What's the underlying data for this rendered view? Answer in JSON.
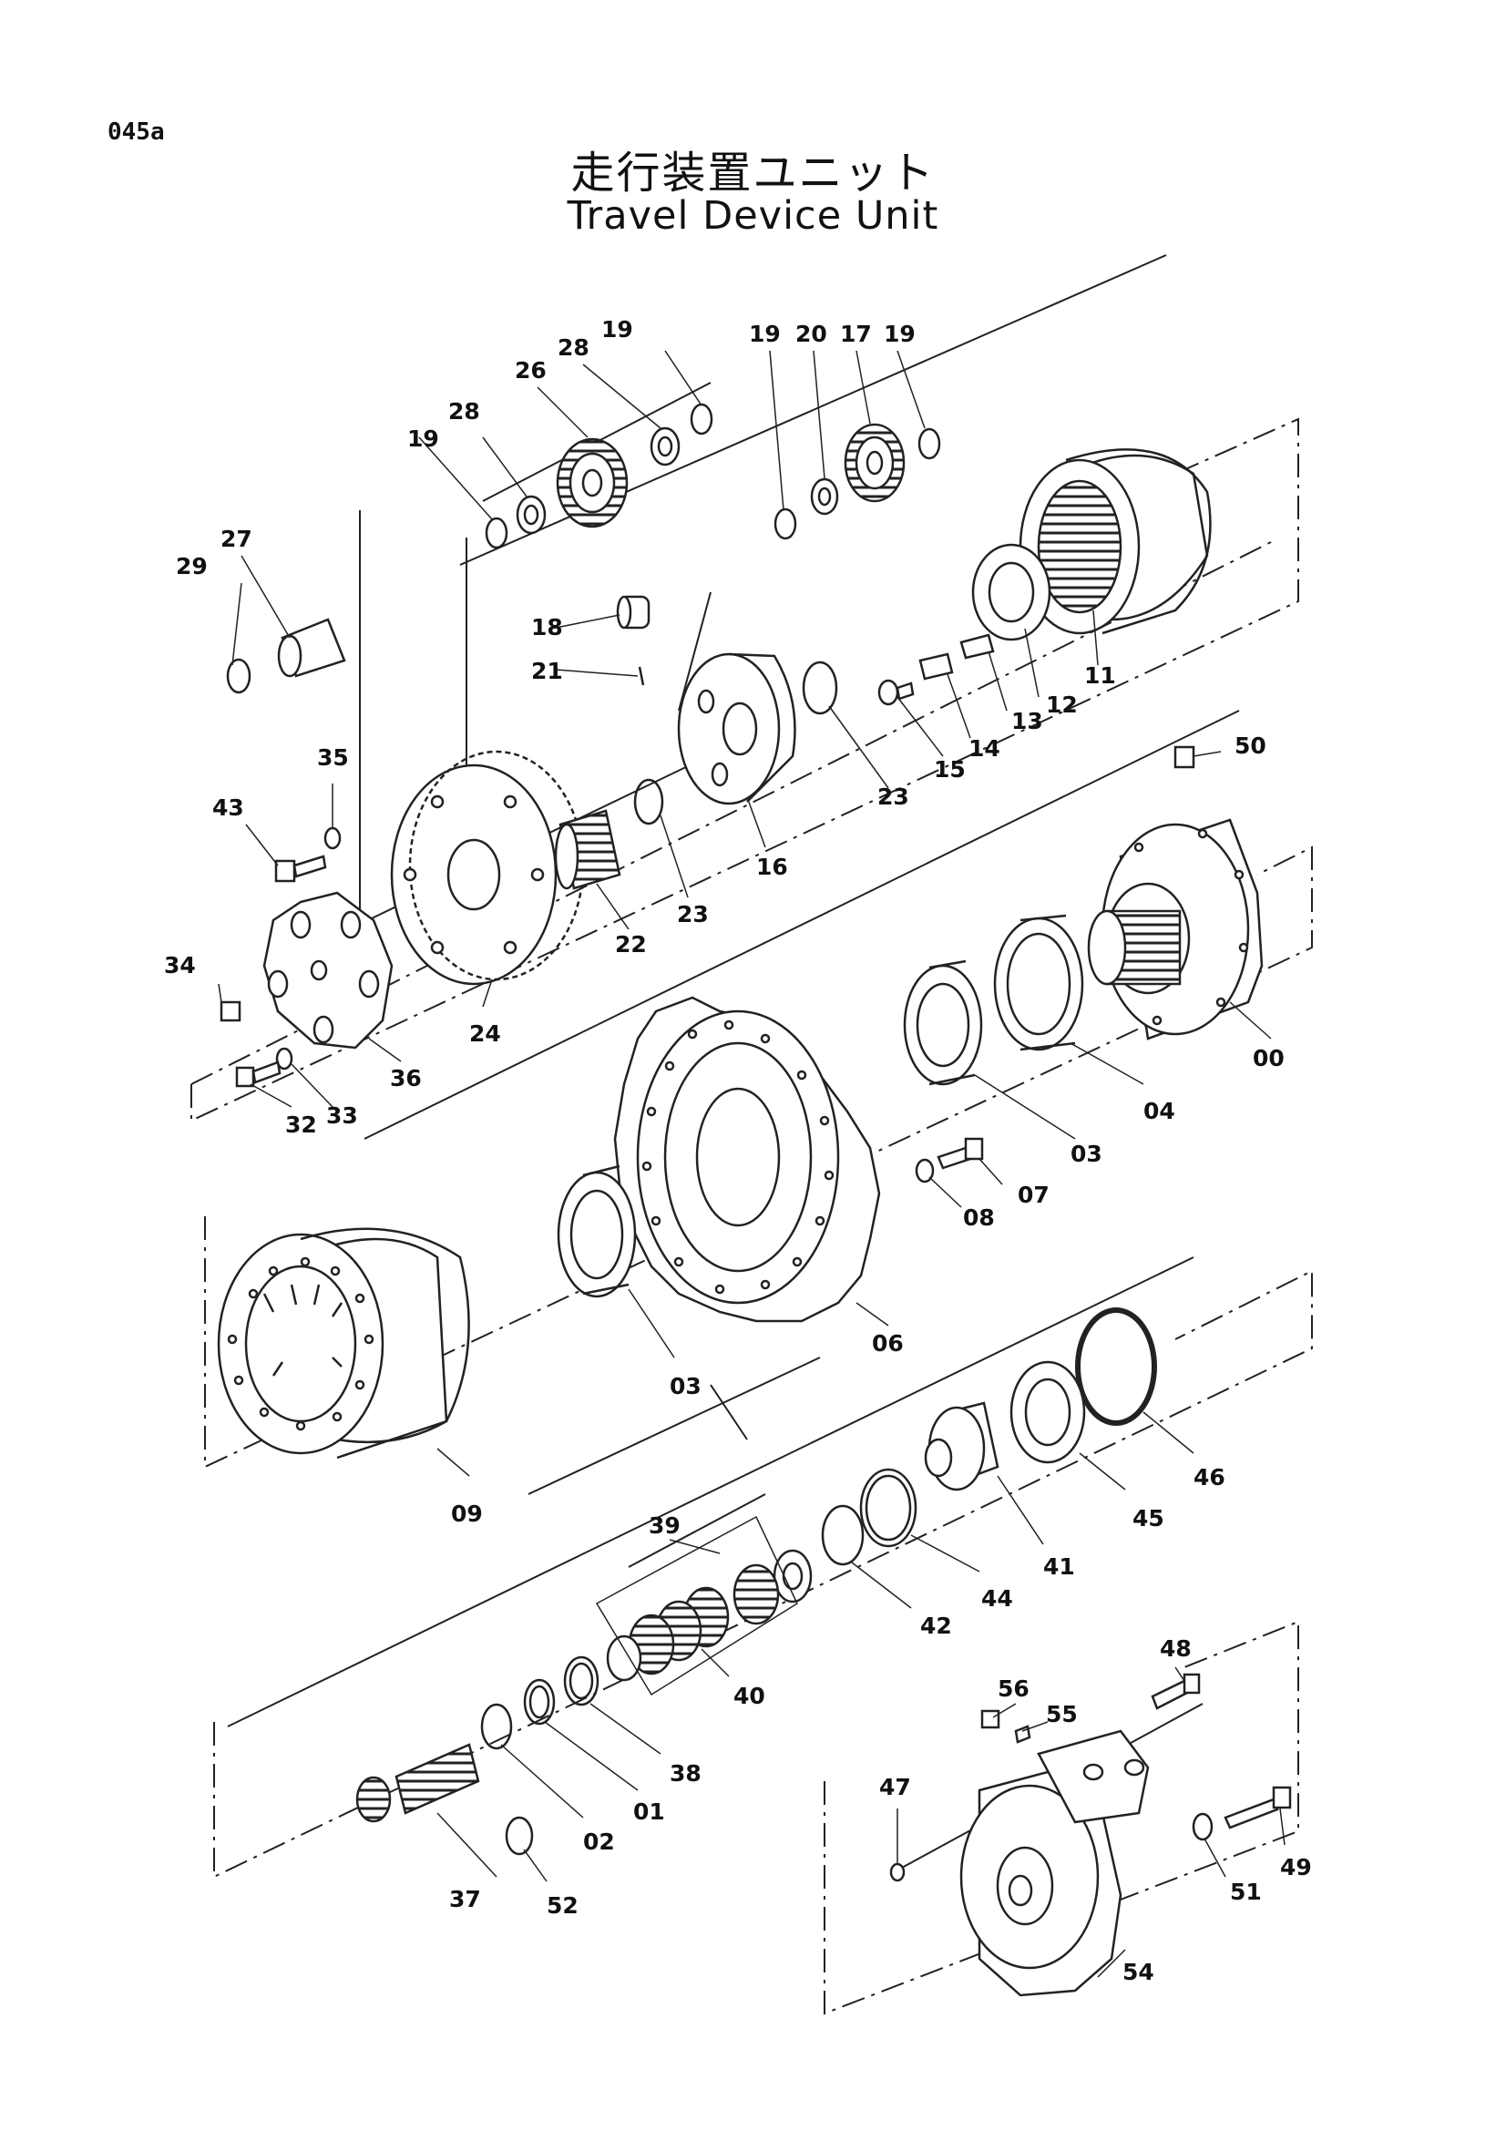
{
  "page_code": "045a",
  "title_jp": "走行装置ユニット",
  "title_en": "Travel Device Unit",
  "part_numbers": [
    "19",
    "28",
    "26",
    "28",
    "19",
    "19",
    "20",
    "17",
    "19",
    "27",
    "29",
    "18",
    "21",
    "11",
    "12",
    "13",
    "14",
    "15",
    "23",
    "16",
    "35",
    "43",
    "24",
    "22",
    "23",
    "50",
    "34",
    "36",
    "33",
    "32",
    "00",
    "04",
    "03",
    "07",
    "08",
    "03",
    "06",
    "09",
    "46",
    "45",
    "39",
    "41",
    "44",
    "42",
    "40",
    "38",
    "01",
    "02",
    "48",
    "56",
    "55",
    "47",
    "37",
    "52",
    "49",
    "51",
    "54"
  ]
}
